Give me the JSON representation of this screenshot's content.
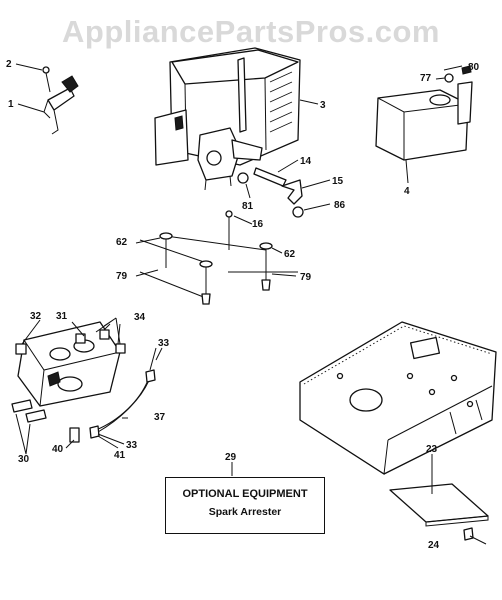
{
  "watermark": "AppliancePartsPros.com",
  "optional_box": {
    "title": "OPTIONAL EQUIPMENT",
    "subtitle": "Spark Arrester"
  },
  "callouts": {
    "c1": "1",
    "c2": "2",
    "c3": "3",
    "c4": "4",
    "c14": "14",
    "c15": "15",
    "c16": "16",
    "c23": "23",
    "c24": "24",
    "c29": "29",
    "c30": "30",
    "c31": "31",
    "c32": "32",
    "c33a": "33",
    "c33b": "33",
    "c34": "34",
    "c37": "37",
    "c40": "40",
    "c41": "41",
    "c62a": "62",
    "c62b": "62",
    "c77": "77",
    "c79a": "79",
    "c79b": "79",
    "c80": "80",
    "c81": "81",
    "c86": "86"
  }
}
